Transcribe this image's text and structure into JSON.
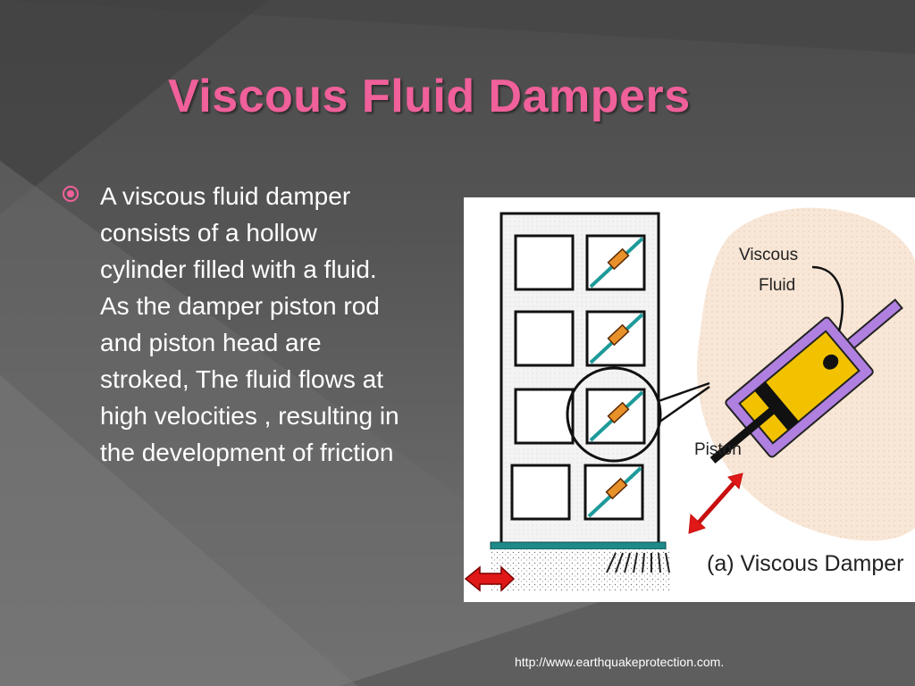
{
  "slide": {
    "title": "Viscous Fluid Dampers",
    "bullet": "A viscous fluid damper consists of a hollow cylinder filled with a fluid. As the damper piston rod and piston head are stroked, The fluid flows at high velocities , resulting in the development of friction",
    "source": "http://www.earthquakeprotection.com."
  },
  "figure": {
    "label_fluid_line1": "Viscous",
    "label_fluid_line2": "Fluid",
    "label_piston": "Piston",
    "caption": "(a) Viscous Damper"
  },
  "colors": {
    "title": "#f0609a",
    "bullet_icon": "#f0609a",
    "damper_body": "#b080e0",
    "fluid": "#f2c200",
    "brace": "#1e9a9a",
    "arrow": "#e01818"
  },
  "icons": [
    "bullet-circle-icon"
  ]
}
